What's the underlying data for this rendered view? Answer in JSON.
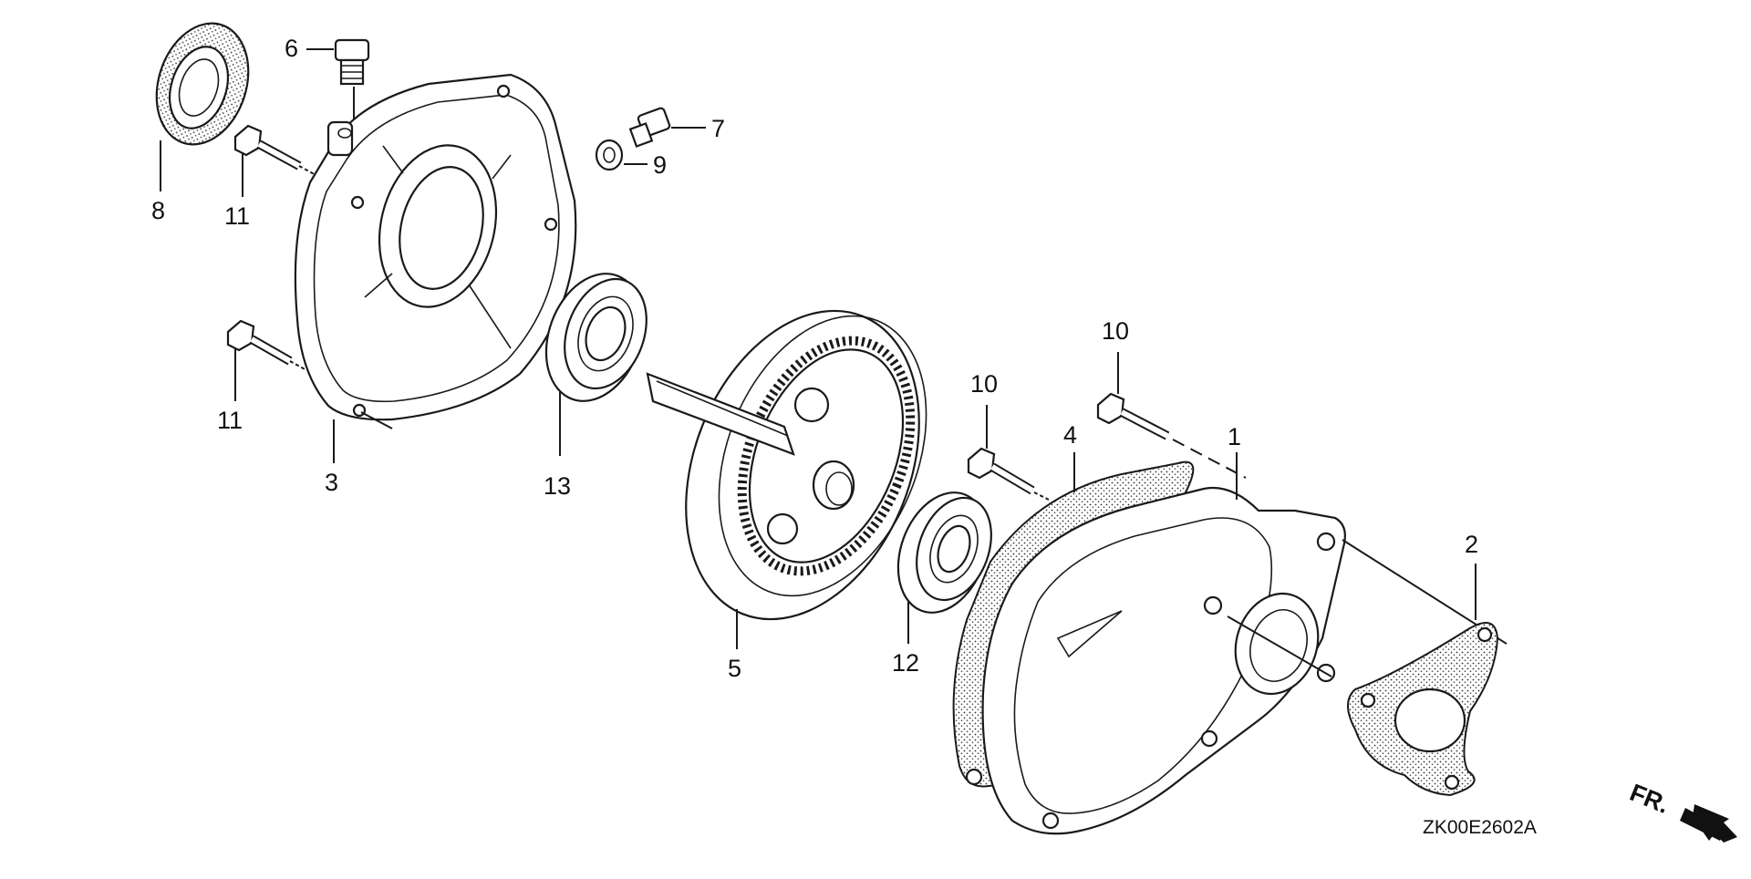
{
  "diagram": {
    "callouts": [
      {
        "id": "c6",
        "text": "6"
      },
      {
        "id": "c7",
        "text": "7"
      },
      {
        "id": "c9",
        "text": "9"
      },
      {
        "id": "c8",
        "text": "8"
      },
      {
        "id": "c11a",
        "text": "11"
      },
      {
        "id": "c11b",
        "text": "11"
      },
      {
        "id": "c3",
        "text": "3"
      },
      {
        "id": "c13",
        "text": "13"
      },
      {
        "id": "c5",
        "text": "5"
      },
      {
        "id": "c10a",
        "text": "10"
      },
      {
        "id": "c10b",
        "text": "10"
      },
      {
        "id": "c4",
        "text": "4"
      },
      {
        "id": "c1",
        "text": "1"
      },
      {
        "id": "c2",
        "text": "2"
      },
      {
        "id": "c12",
        "text": "12"
      }
    ],
    "diagram_code": "ZK00E2602A",
    "front_indicator": "FR."
  }
}
